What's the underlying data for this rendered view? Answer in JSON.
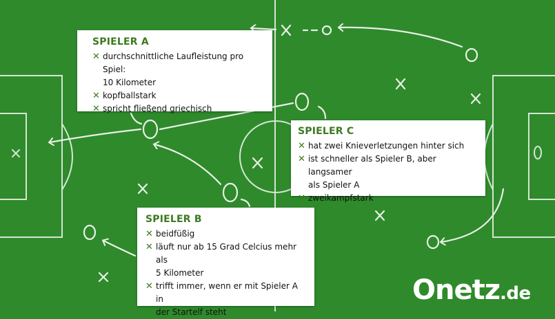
{
  "colors": {
    "pitch": "#2f8a2c",
    "chalk": "#e8f1e6",
    "accent": "#3c7a1f",
    "card": "#ffffff"
  },
  "icons": {
    "bullet": "cross-icon"
  },
  "players": {
    "a": {
      "title": "SPIELER A",
      "items": [
        "durchschnittliche Laufleistung pro Spiel:\n10 Kilometer",
        "kopfballstark",
        "spricht fließend griechisch"
      ]
    },
    "b": {
      "title": "SPIELER B",
      "items": [
        "beidfüßig",
        "läuft nur ab 15 Grad Celcius mehr als\n5 Kilometer",
        "trifft immer, wenn er mit Spieler A in\nder Startelf steht"
      ]
    },
    "c": {
      "title": "SPIELER C",
      "items": [
        "hat zwei Knieverletzungen hinter sich",
        "ist schneller als Spieler B, aber langsamer\nals Spieler A",
        "zweikampfstark"
      ]
    }
  },
  "logo": {
    "name": "Onetz",
    "tld": ".de"
  }
}
